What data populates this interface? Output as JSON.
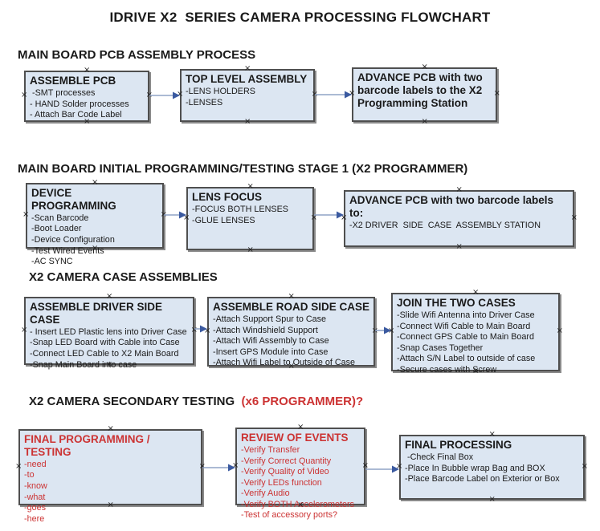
{
  "title": "IDRIVE X2  SERIES CAMERA PROCESSING FLOWCHART",
  "icons": {
    "handle_glyph": "×"
  },
  "colors": {
    "box_fill": "#dce6f2",
    "box_border": "#4f4f4f",
    "red_text": "#cc3333",
    "black_text": "#1a1a1a",
    "arrow_line": "#8fa3c6",
    "arrow_head": "#3b5aa0"
  },
  "sections": [
    {
      "header": "MAIN BOARD PCB ASSEMBLY PROCESS",
      "boxes": [
        {
          "title": "ASSEMBLE PCB",
          "items": [
            " -SMT processes",
            "- HAND Solder processes",
            "- Attach Bar Code Label"
          ]
        },
        {
          "title": "TOP LEVEL ASSEMBLY",
          "items": [
            "-LENS HOLDERS",
            "-LENSES"
          ]
        },
        {
          "title": "ADVANCE PCB with two barcode labels to the X2 Programming Station",
          "items": []
        }
      ]
    },
    {
      "header": "MAIN BOARD INITIAL PROGRAMMING/TESTING STAGE 1 (X2 PROGRAMMER)",
      "boxes": [
        {
          "title": "DEVICE PROGRAMMING",
          "items": [
            "-Scan Barcode",
            "-Boot Loader",
            "-Device Configuration",
            "-Test Wired Events",
            "-AC SYNC"
          ]
        },
        {
          "title": "LENS FOCUS",
          "items": [
            "-FOCUS BOTH LENSES",
            "-GLUE LENSES"
          ]
        },
        {
          "title": "ADVANCE PCB with two barcode labels to:",
          "items": [
            "-X2 DRIVER  SIDE  CASE  ASSEMBLY STATION"
          ]
        }
      ]
    },
    {
      "header": "X2 CAMERA CASE ASSEMBLIES",
      "boxes": [
        {
          "title": "ASSEMBLE DRIVER SIDE CASE",
          "items": [
            "- Insert LED Plastic lens into Driver Case",
            "-Snap LED Board with Cable into Case",
            "-Connect LED Cable to X2 Main Board",
            "-Snap Main Board into case"
          ]
        },
        {
          "title": "ASSEMBLE ROAD SIDE CASE",
          "items": [
            "-Attach Support Spur to Case",
            "-Attach Windshield Support",
            "-Attach Wifi Assembly to Case",
            "-Insert GPS Module into Case",
            "-Attach Wifi Label to Outside of Case"
          ]
        },
        {
          "title": "JOIN THE TWO CASES",
          "items": [
            "-Slide Wifi Antenna into Driver Case",
            "-Connect Wifi Cable to Main Board",
            "-Connect GPS Cable to Main Board",
            "-Snap Cases Together",
            "-Attach S/N Label to outside of case",
            "-Secure cases with Screw"
          ]
        }
      ]
    },
    {
      "header": "X2 CAMERA SECONDARY TESTING  ",
      "header_suffix": "(x6 PROGRAMMER)?",
      "boxes": [
        {
          "title": "FINAL PROGRAMMING / TESTING",
          "red": true,
          "items": [
            "-need",
            "-to",
            "-know",
            "-what",
            "-goes",
            "-here"
          ]
        },
        {
          "title": "REVIEW OF EVENTS",
          "red": true,
          "items": [
            "-Verify Transfer",
            "-Verify Correct Quantity",
            "-Verify Quality of Video",
            "-Verify LEDs function",
            "-Verify Audio",
            "-Verify BOTH Accelerometers",
            "-Test of accessory ports?"
          ]
        },
        {
          "title": "FINAL PROCESSING",
          "items": [
            " -Check Final Box",
            "-Place In Bubble wrap Bag and BOX",
            "-Place Barcode Label on Exterior or Box"
          ]
        }
      ]
    }
  ]
}
